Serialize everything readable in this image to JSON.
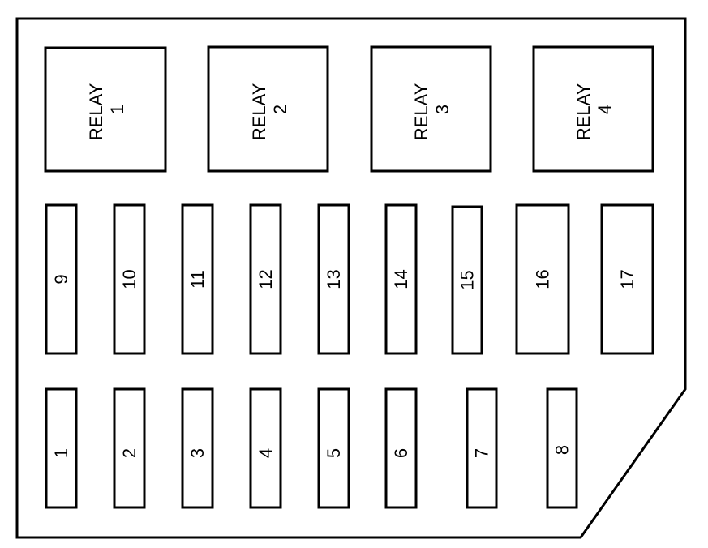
{
  "relays": [
    {
      "line1": "RELAY",
      "line2": "1"
    },
    {
      "line1": "RELAY",
      "line2": "2"
    },
    {
      "line1": "RELAY",
      "line2": "3"
    },
    {
      "line1": "RELAY",
      "line2": "4"
    }
  ],
  "fuses_top": [
    "9",
    "10",
    "11",
    "12",
    "13",
    "14",
    "15",
    "16",
    "17"
  ],
  "fuses_bottom": [
    "1",
    "2",
    "3",
    "4",
    "5",
    "6",
    "7",
    "8"
  ]
}
